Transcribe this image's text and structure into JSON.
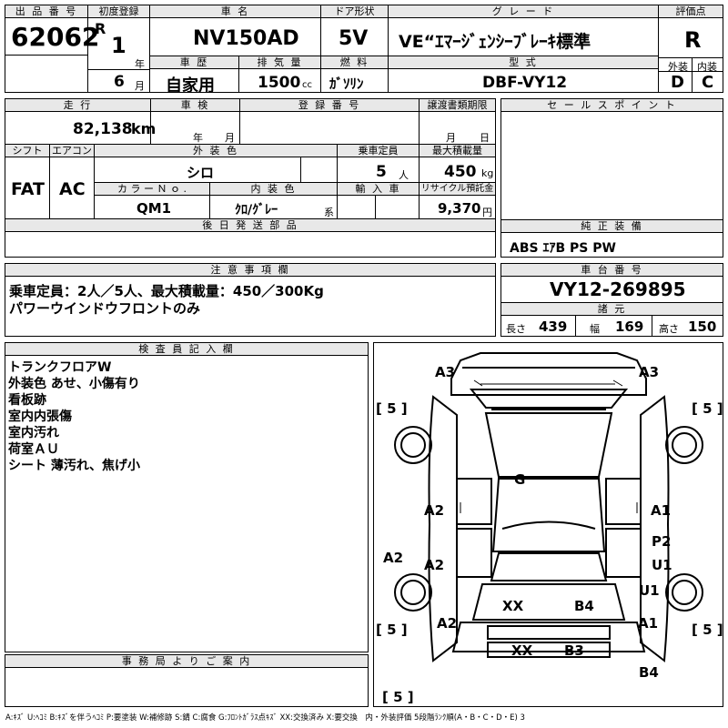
{
  "header": {
    "lot_no_label": "出 品 番 号",
    "lot_no": "62062",
    "first_reg_label": "初度登録",
    "era": "R",
    "year": "1",
    "year_unit": "年",
    "month": "6",
    "month_unit": "月",
    "car_name_label": "車 名",
    "car_name": "NV150AD",
    "door_label": "ドア形状",
    "door": "5V",
    "grade_label": "グ レ ー ド",
    "grade": "VE“ｴﾏｰｼﾞｪﾝｼｰﾌﾞﾚｰｷ標準",
    "score_label": "評価点",
    "score": "R",
    "history_label": "車 歴",
    "history": "自家用",
    "displacement_label": "排 気 量",
    "displacement": "1500",
    "displacement_unit": "cc",
    "fuel_label": "燃 料",
    "fuel": "ｶﾞｿﾘﾝ",
    "model_label": "型 式",
    "model": "DBF-VY12",
    "exterior_label": "外装",
    "exterior": "D",
    "interior_label": "内装",
    "interior": "C"
  },
  "row2": {
    "mileage_label": "走 行",
    "mileage": "82,138",
    "mileage_unit": "km",
    "inspection_label": "車 検",
    "inspection_year_unit": "年",
    "inspection_month_unit": "月",
    "reg_no_label": "登 録 番 号",
    "transfer_label": "譲渡書類期限",
    "transfer_month_unit": "月",
    "transfer_day_unit": "日",
    "shift_label": "シフト",
    "shift": "FAT",
    "ac_label": "エアコン",
    "ac": "AC",
    "color_label": "外 装 色",
    "color": "シロ",
    "capacity_label": "乗車定員",
    "capacity": "5",
    "capacity_unit": "人",
    "max_load_label": "最大積載量",
    "max_load": "450",
    "max_load_unit": "kg",
    "color_no_label": "カ ラ ー Ｎ ｏ .",
    "color_no": "QM1",
    "interior_color_label": "内 装 色",
    "interior_color": "ｸﾛ/ｸﾞﾚｰ",
    "interior_color_suffix": "系",
    "import_label": "輸 入 車",
    "recycle_label": "リサイクル預託金",
    "recycle": "9,370",
    "recycle_unit": "円",
    "later_parts_label": "後 日 発 送 部 品"
  },
  "sales_points": {
    "label": "セ ー ル ス ポ イ ン ト"
  },
  "genuine": {
    "label": "純 正 装 備",
    "value": "ABS ｴｱB PS PW"
  },
  "caution": {
    "label": "注 意 事 項 欄",
    "lines": [
      "乗車定員：2人／5人、最大積載量：450／300Kg",
      "パワーウインドウフロントのみ"
    ]
  },
  "chassis": {
    "label": "車 台 番 号",
    "value": "VY12-269895",
    "dims_label": "諸 元",
    "length_label": "長さ",
    "length": "439",
    "width_label": "幅",
    "width": "169",
    "height_label": "高さ",
    "height": "150"
  },
  "inspector": {
    "label": "検 査 員 記 入 欄",
    "lines": [
      "トランクフロアW",
      "外装色 あせ、小傷有り",
      "看板跡",
      "室内内張傷",
      "室内汚れ",
      "荷室ＡＵ",
      "シート 薄汚れ、焦げ小"
    ]
  },
  "office": {
    "label": "事 務 局 よ り ご 案 内"
  },
  "diagram": {
    "marks": [
      "A3",
      "A3",
      "[ 5 ]",
      "[ 5 ]",
      "G",
      "A2",
      "A1",
      "A2",
      "A2",
      "P2",
      "U1",
      "U1",
      "XX",
      "B4",
      "[ 5 ]",
      "A2",
      "A1",
      "[ 5 ]",
      "XX",
      "B3",
      "B4",
      "[ 5 ]"
    ]
  },
  "legend": "A:ｷｽﾞ U:ﾍｺﾐ B:ｷｽﾞを伴うﾍｺﾐ P:要塗装 W:補修跡 S:錆 C:腐食 G:ﾌﾛﾝﾄｶﾞﾗｽ点ｷｽﾞ XX:交換済み X:要交換　内・外装評価 5段階ﾗﾝｸ順(A・B・C・D・E) 3"
}
